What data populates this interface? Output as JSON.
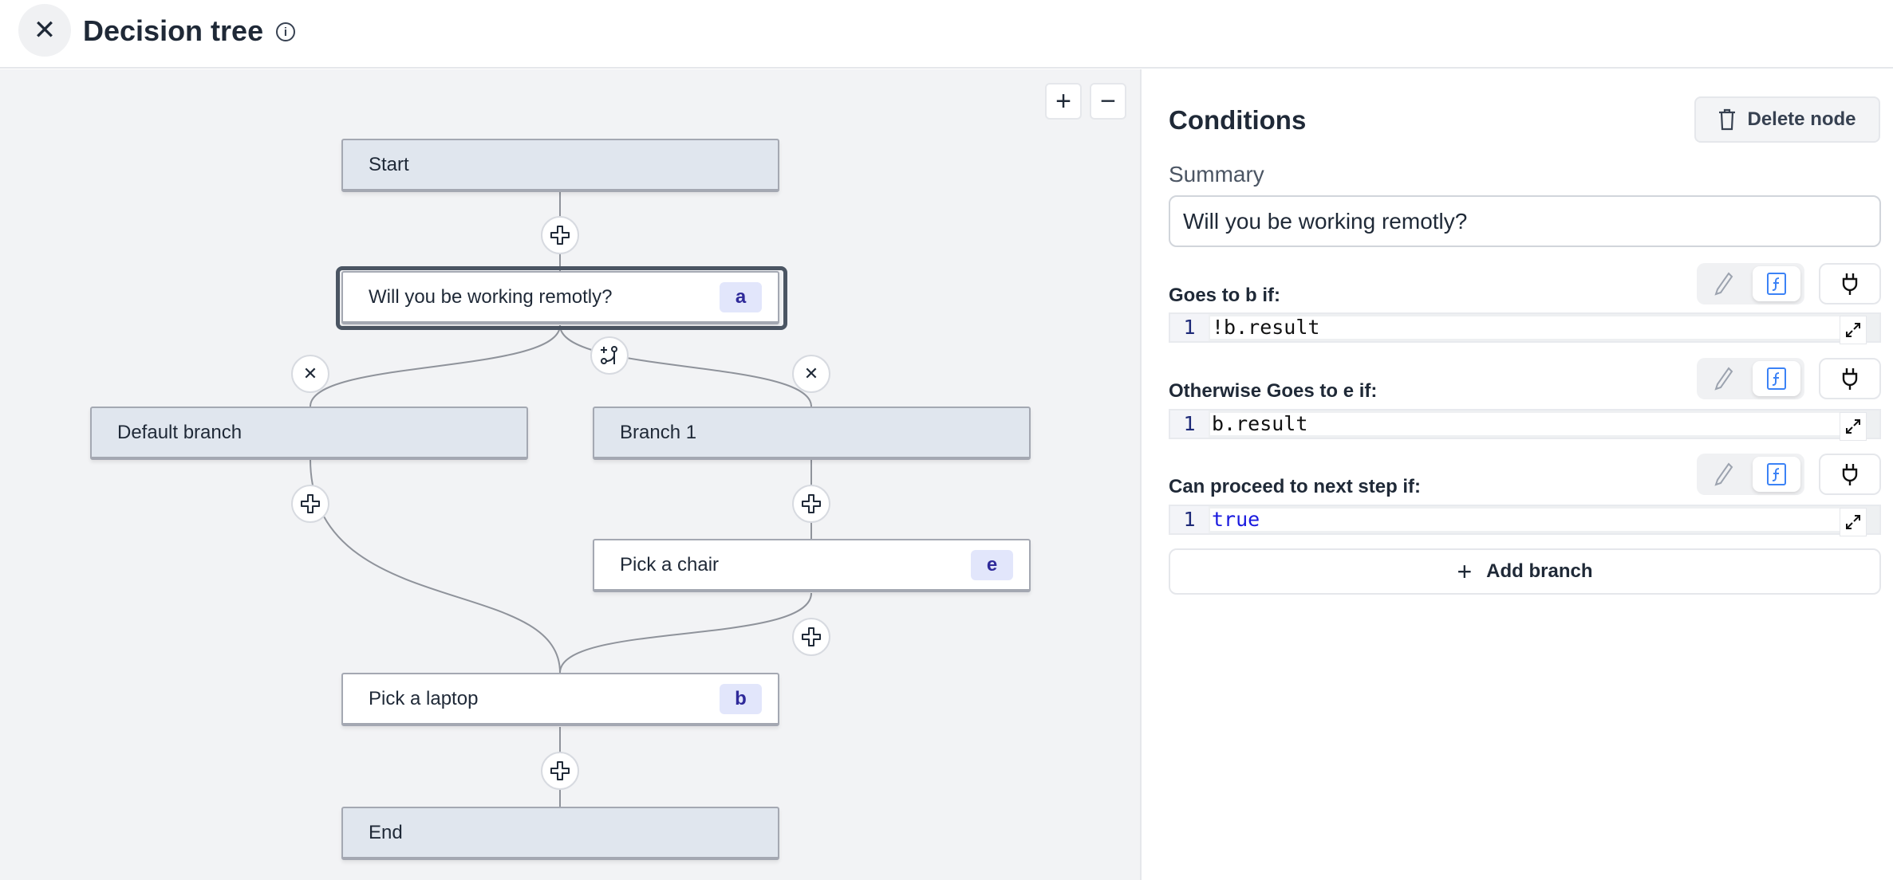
{
  "header": {
    "title": "Decision tree",
    "close_icon": "close-icon",
    "info_icon": "info-icon"
  },
  "canvas": {
    "zoom_in": "+",
    "zoom_out": "−",
    "nodes": {
      "start": {
        "label": "Start"
      },
      "question": {
        "label": "Will you be working remotly?",
        "badge": "a"
      },
      "default_branch": {
        "label": "Default branch"
      },
      "branch1": {
        "label": "Branch 1"
      },
      "chair": {
        "label": "Pick a chair",
        "badge": "e"
      },
      "laptop": {
        "label": "Pick a laptop",
        "badge": "b"
      },
      "end": {
        "label": "End"
      }
    }
  },
  "panel": {
    "title": "Conditions",
    "delete_label": "Delete node",
    "summary_label": "Summary",
    "summary_value": "Will you be working remotly?",
    "conditions": [
      {
        "label": "Goes to b if:",
        "line": "1",
        "code": "!b.result"
      },
      {
        "label": "Otherwise Goes to e if:",
        "line": "1",
        "code": "b.result"
      },
      {
        "label": "Can proceed to next step if:",
        "line": "1",
        "code": "true"
      }
    ],
    "add_branch_label": "Add branch",
    "colors": {
      "accent": "#3b82f6",
      "badge_bg": "#e2e6fb",
      "badge_text": "#2f2a9a",
      "keyword": "#1a1adf"
    }
  }
}
